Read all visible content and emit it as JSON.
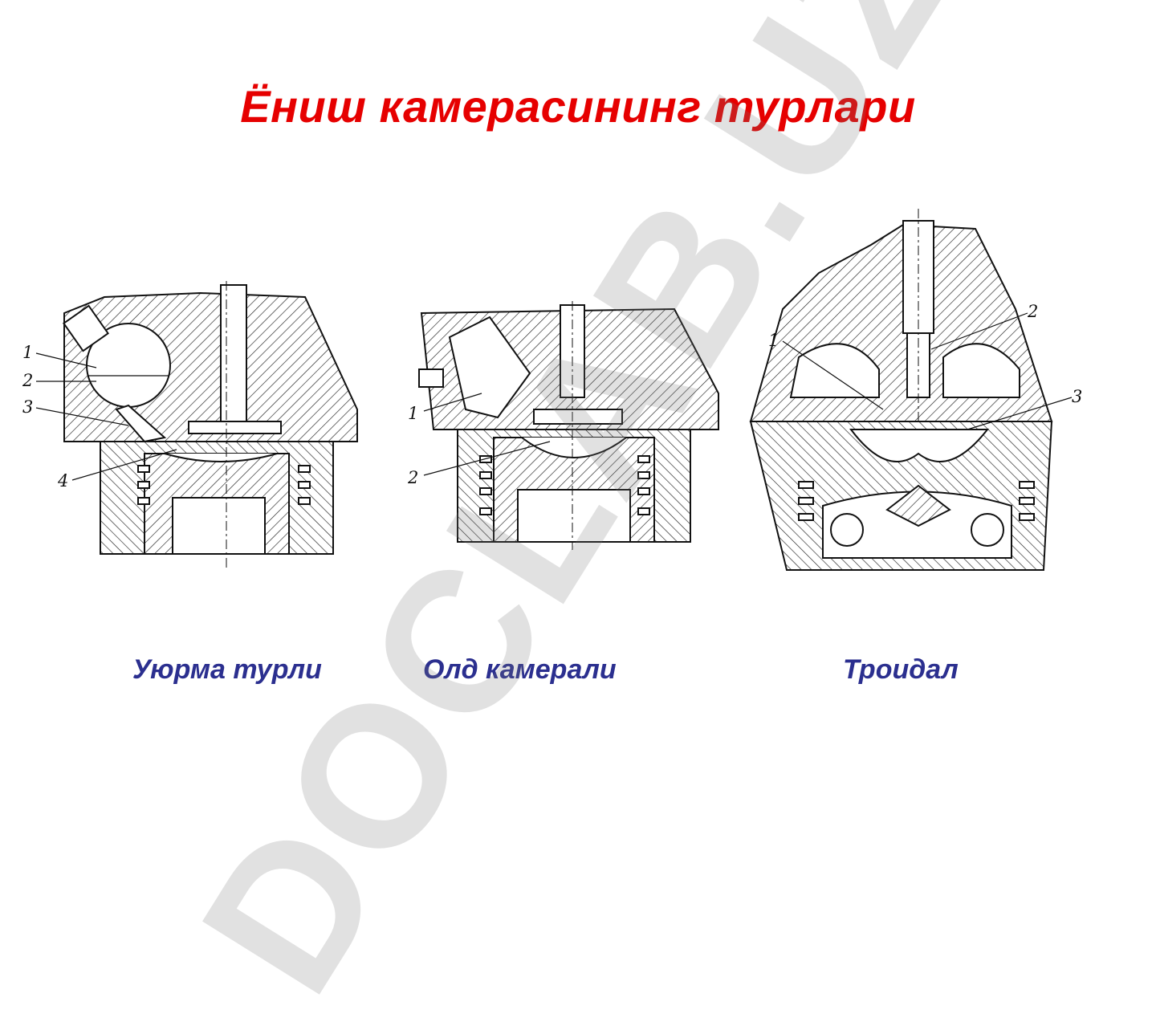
{
  "title": "Ёниш камерасининг турлари",
  "colors": {
    "title": "#e60000",
    "caption": "#2b2f8f",
    "ink": "#111111",
    "watermark": "#7a7a7a"
  },
  "watermark": "DOCLAB.UZ",
  "diagrams": [
    {
      "caption": "Уюрма турли",
      "callouts": [
        "1",
        "2",
        "3",
        "4"
      ]
    },
    {
      "caption": "Олд камерали",
      "callouts": [
        "1",
        "2"
      ]
    },
    {
      "caption": "Троидал",
      "callouts": [
        "1",
        "2",
        "3"
      ]
    }
  ]
}
